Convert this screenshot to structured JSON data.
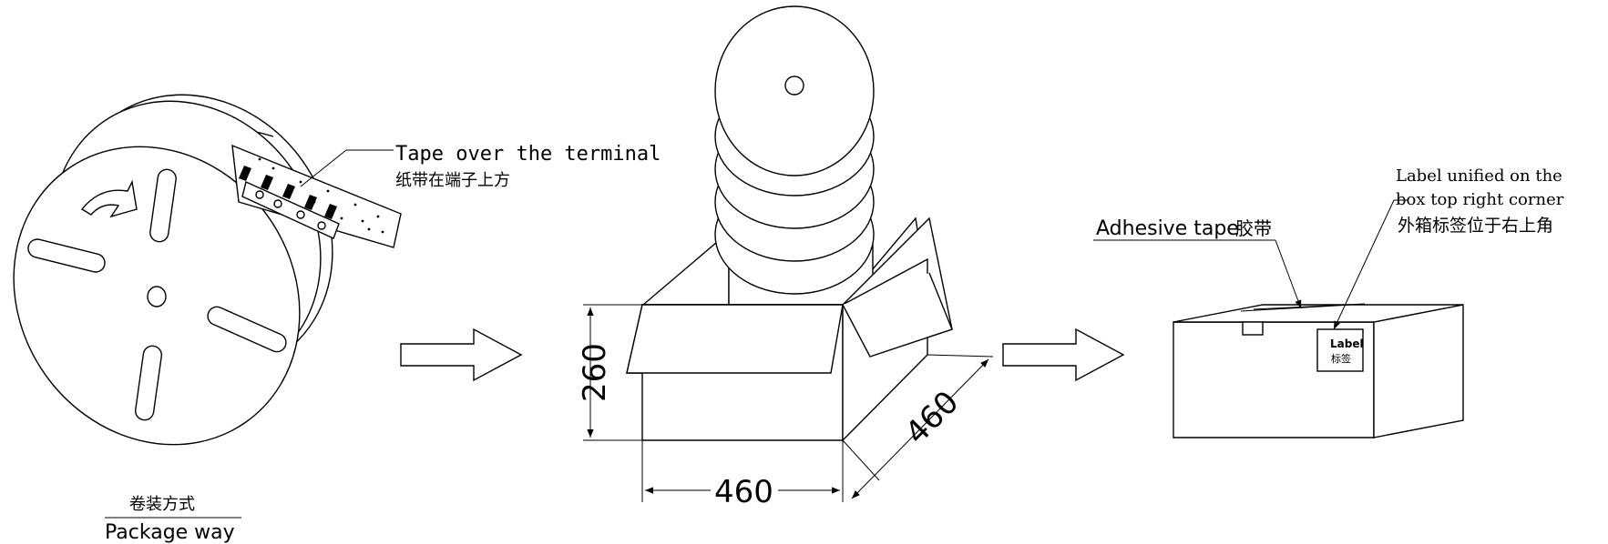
{
  "reel_callout": {
    "en": "Tape over the terminal",
    "zh": "纸带在端子上方"
  },
  "package_caption": {
    "zh": "卷装方式",
    "en": "Package way"
  },
  "box_dimensions": {
    "height": "260",
    "width": "460",
    "depth": "460"
  },
  "tape_callout": {
    "en": "Adhesive tape",
    "zh": "胶带"
  },
  "label_callout": {
    "line1": "Label unified on the",
    "line2": "box top right corner",
    "line3": "外箱标签位于右上角"
  },
  "box_label": {
    "en": "Label",
    "zh": "标签"
  }
}
